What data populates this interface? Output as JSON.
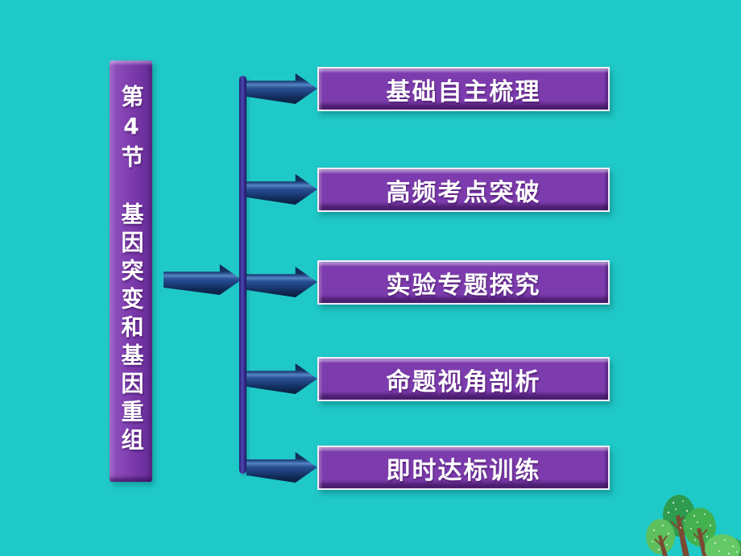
{
  "slide": {
    "section": {
      "line1": "第4节",
      "line2": "基因突变和基因重组"
    },
    "menu_items": [
      {
        "label": "基础自主梳理"
      },
      {
        "label": "高频考点突破"
      },
      {
        "label": "实验专题探究"
      },
      {
        "label": "命题视角剖析"
      },
      {
        "label": "即时达标训练"
      }
    ],
    "icons": {
      "connector_arrow": "right-arrow",
      "decoration": "trees"
    },
    "colors": {
      "background": "#1fc9c8",
      "panel-purple": "#7d3cad",
      "panel-highlight": "#a873cf",
      "panel-shadow": "#53217e",
      "panel-border": "#f3eefb",
      "arrow-navy-dark": "#0d2750",
      "arrow-navy": "#1d4180",
      "arrow-navy-light": "#5585c4",
      "connector-indigo": "#4d46b5",
      "text-white": "#ffffff",
      "tree-green-dark": "#2e9b4e",
      "tree-green-mid": "#44b14f",
      "tree-green-light": "#5dc05d",
      "tree-green-bush": "#65c966",
      "tree-trunk": "#7a4a32"
    }
  }
}
